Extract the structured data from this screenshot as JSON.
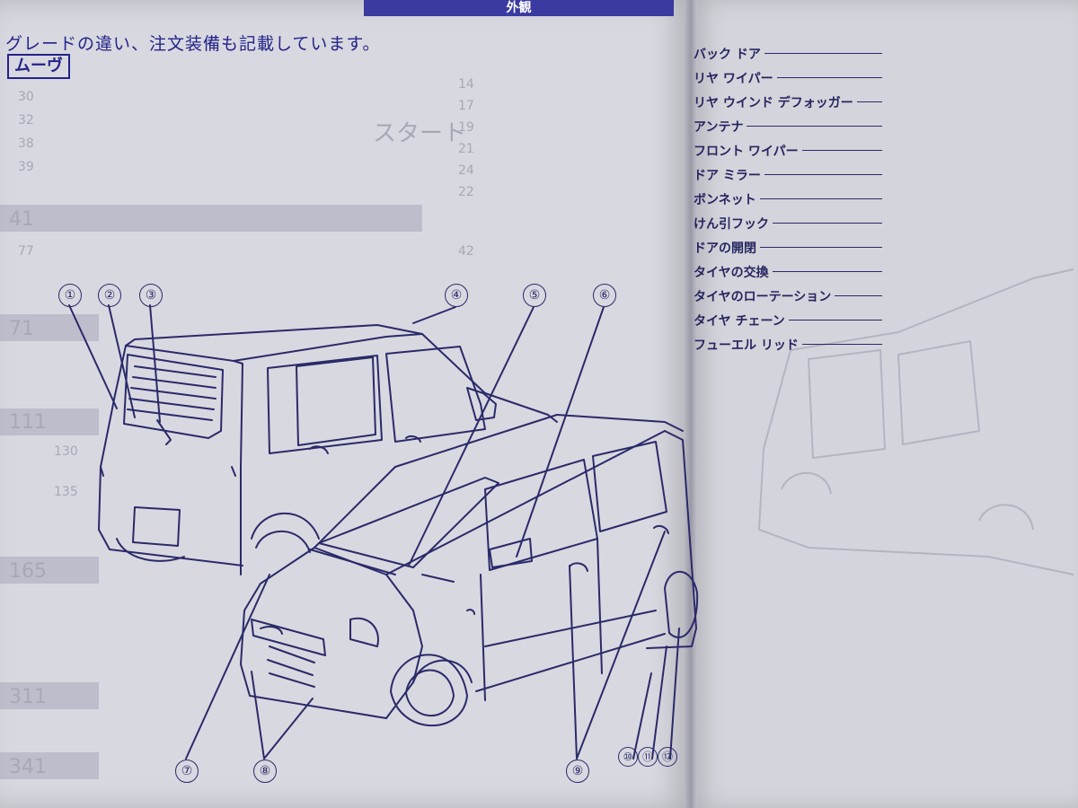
{
  "header": {
    "title": "外観"
  },
  "subtitle": "グレードの違い、注文装備も記載しています。",
  "model_badge": "ムーヴ",
  "callouts": [
    "①",
    "②",
    "③",
    "④",
    "⑤",
    "⑥",
    "⑦",
    "⑧",
    "⑨",
    "⑩",
    "⑪",
    "⑫"
  ],
  "parts": [
    {
      "label": "バック ドア"
    },
    {
      "label": "リヤ ワイパー"
    },
    {
      "label": "リヤ ウインド デフォッガー"
    },
    {
      "label": "アンテナ"
    },
    {
      "label": "フロント ワイパー"
    },
    {
      "label": "ドア ミラー"
    },
    {
      "label": "ボンネット"
    },
    {
      "label": "けん引フック"
    },
    {
      "label": "ドアの開閉"
    },
    {
      "label": "タイヤの交換"
    },
    {
      "label": "タイヤのローテーション"
    },
    {
      "label": "タイヤ チェーン"
    },
    {
      "label": "フューエル リッド"
    }
  ],
  "ghost_text": {
    "left_numbers": [
      "14",
      "17",
      "19",
      "21",
      "24",
      "22",
      "41",
      "42",
      "71",
      "111",
      "130",
      "135",
      "165",
      "311",
      "341"
    ],
    "left_numbers_right": [
      "30",
      "32",
      "38",
      "39",
      "77"
    ],
    "start_label": "スタート"
  },
  "colors": {
    "ink": "#2a2a6a",
    "header_blue": "#3a3aa0",
    "paper": "#d8d8e0"
  }
}
